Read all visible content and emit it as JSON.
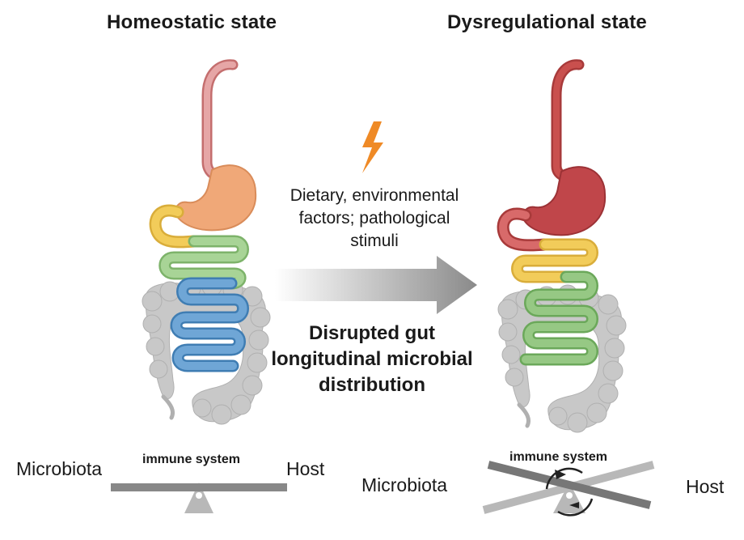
{
  "left_panel": {
    "title": "Homeostatic state"
  },
  "right_panel": {
    "title": "Dysregulational state"
  },
  "stimulus": {
    "line1": "Dietary, environmental",
    "line2": "factors; pathological",
    "line3": "stimuli"
  },
  "arrow_caption": {
    "line1": "Disrupted gut",
    "line2": "longitudinal microbial",
    "line3": "distribution"
  },
  "left_balance": {
    "left_label": "Microbiota",
    "right_label": "Host",
    "center_label": "immune system"
  },
  "right_balance": {
    "left_label": "Microbiota",
    "right_label": "Host",
    "center_label": "immune system"
  },
  "colors": {
    "esophagus_healthy": "#d98a8a",
    "stomach_healthy": "#f0a878",
    "duodenum": "#f2cc5a",
    "jejunum": "#9cc98a",
    "ileum": "#5d95c6",
    "colon": "#c8c8c8",
    "esophagus_disease": "#c9504e",
    "stomach_disease": "#c0464a",
    "lightning": "#ef8a26",
    "balance_beam": "#888888",
    "fulcrum": "#b8b8b8"
  }
}
